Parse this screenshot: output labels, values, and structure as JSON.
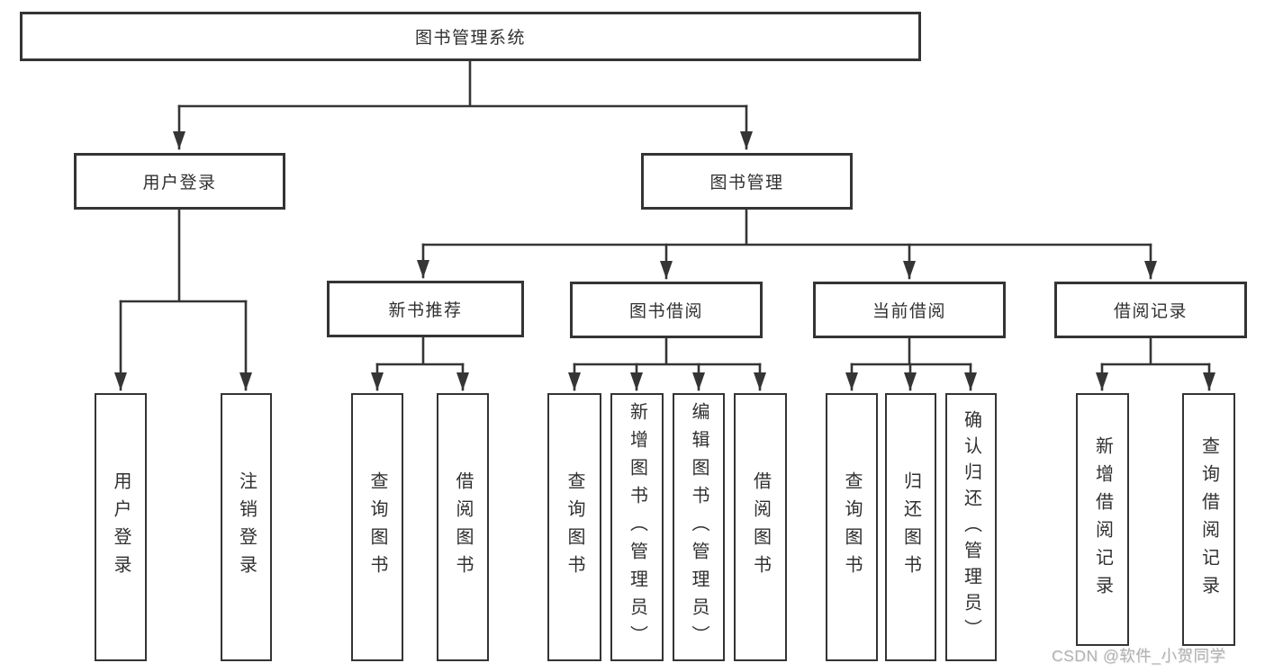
{
  "tree": {
    "root": {
      "label": "图书管理系统",
      "children": [
        {
          "label": "用户登录",
          "children": [
            {
              "label": "用户登录"
            },
            {
              "label": "注销登录"
            }
          ]
        },
        {
          "label": "图书管理",
          "children": [
            {
              "label": "新书推荐",
              "children": [
                {
                  "label": "查询图书"
                },
                {
                  "label": "借阅图书"
                }
              ]
            },
            {
              "label": "图书借阅",
              "children": [
                {
                  "label": "查询图书"
                },
                {
                  "label": "新增图书（管理员）"
                },
                {
                  "label": "编辑图书（管理员）"
                },
                {
                  "label": "借阅图书"
                }
              ]
            },
            {
              "label": "当前借阅",
              "children": [
                {
                  "label": "查询图书"
                },
                {
                  "label": "归还图书"
                },
                {
                  "label": "确认归还（管理员）"
                }
              ]
            },
            {
              "label": "借阅记录",
              "children": [
                {
                  "label": "新增借阅记录"
                },
                {
                  "label": "查询借阅记录"
                }
              ]
            }
          ]
        }
      ]
    }
  },
  "watermark": {
    "text": "CSDN @软件_小贺同学"
  },
  "colors": {
    "line": "#353535",
    "box_border": "#343434",
    "text": "#303030",
    "watermark": "#b2b2b2",
    "background": "#ffffff"
  }
}
